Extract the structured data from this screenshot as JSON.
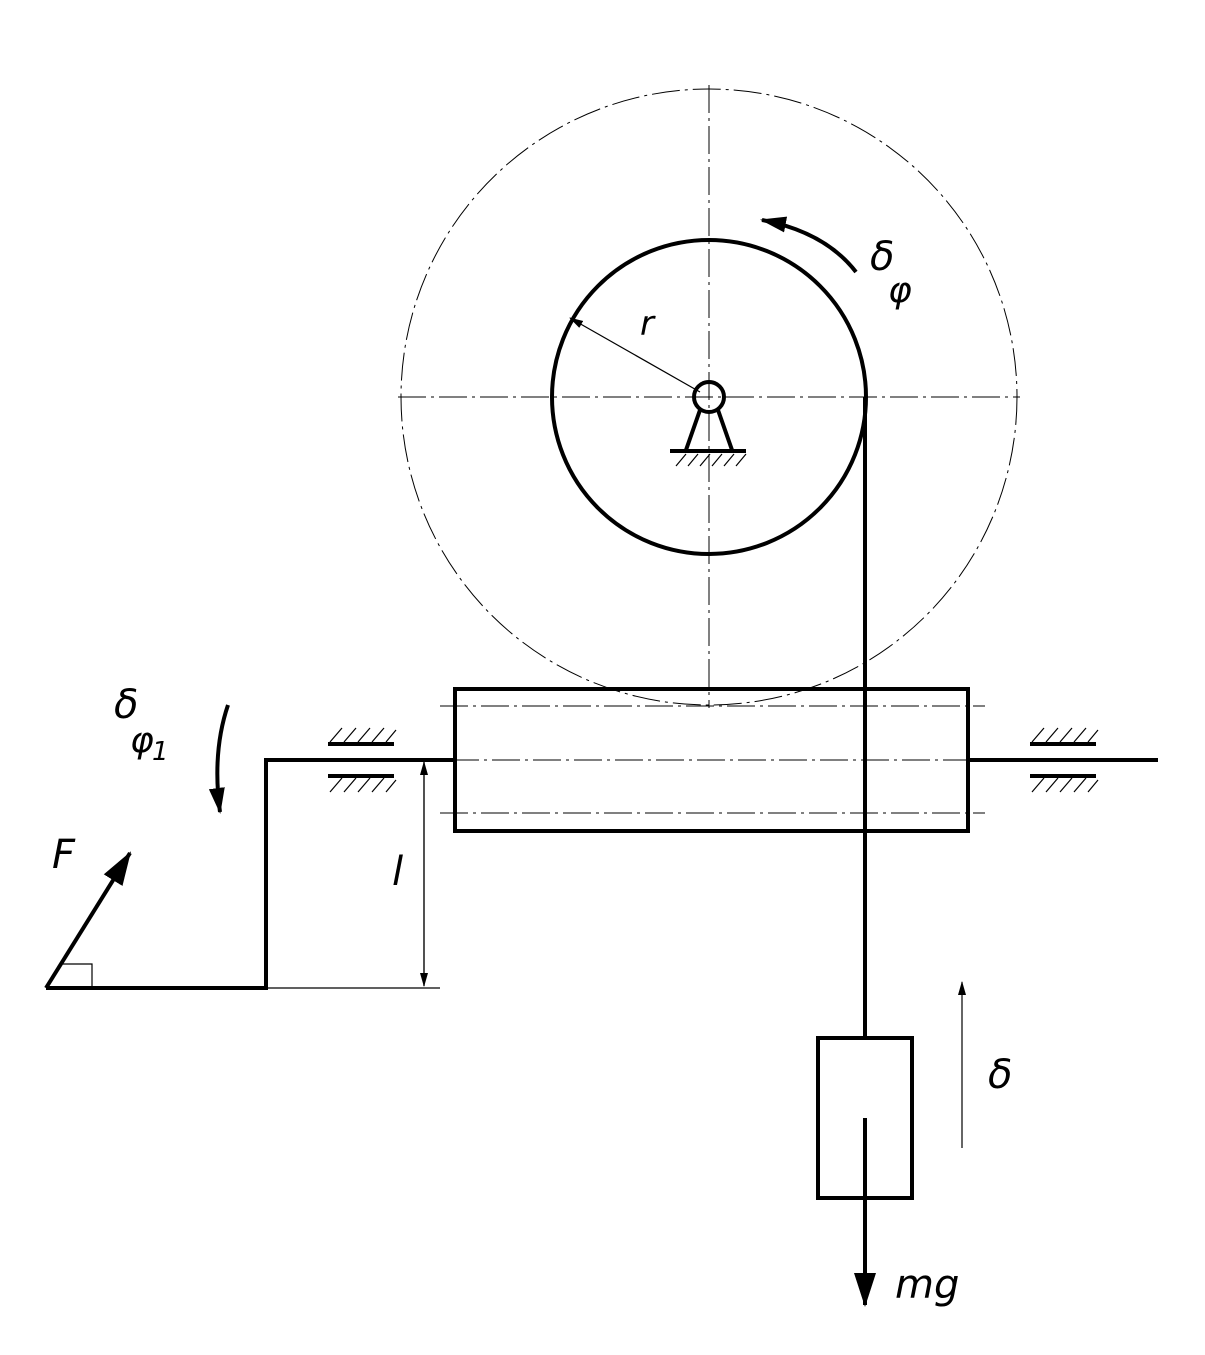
{
  "labels": {
    "delta_phi": {
      "main": "δ",
      "sub": "φ"
    },
    "radius": "r",
    "delta_phi1": {
      "main": "δ",
      "sub": "φ",
      "subsub": "1"
    },
    "force": "F",
    "lever_length": "l",
    "delta": "δ",
    "weight": "mg"
  }
}
